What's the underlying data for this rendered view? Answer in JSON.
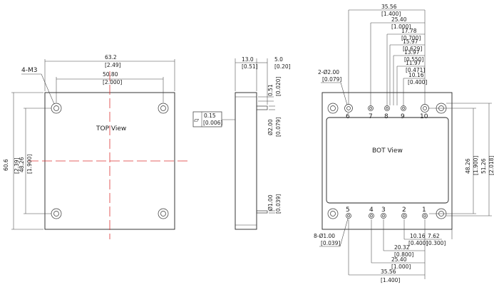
{
  "top_view": {
    "label": "TOP View",
    "hole_callout": "4-M3",
    "width_mm": "63.2",
    "width_in": "[2.49]",
    "hole_spacing_mm": "50.80",
    "hole_spacing_in": "[2.000]",
    "height_mm": "60.6",
    "height_in": "[2.39]",
    "hole_vspacing_mm": "48.26",
    "hole_vspacing_in": "[1.900]"
  },
  "side_view": {
    "depth_mm": "13.0",
    "depth_in": "[0.51]",
    "pin_length_mm": "5.0",
    "pin_length_in": "[0.20]",
    "standoff_mm": "0.51",
    "standoff_in": "[0.020]",
    "pin_dia_mm": "Ø2.00",
    "pin_dia_in": "[0.079]",
    "pin2_dia_mm": "Ø1.00",
    "pin2_dia_in": "[0.039]",
    "flatness_symbol": "▱",
    "flatness_mm": "0.15",
    "flatness_in": "[0.006]"
  },
  "bot_view": {
    "label": "BOT View",
    "callout_large": "2-Ø2.00",
    "callout_large_in": "[0.079]",
    "callout_small": "8-Ø1.00",
    "callout_small_in": "[0.039]",
    "top_pins": [
      "6",
      "7",
      "8",
      "9",
      "10"
    ],
    "bottom_pins": [
      "5",
      "4",
      "3",
      "2",
      "1"
    ],
    "top_dims": [
      {
        "mm": "35.56",
        "in": "[1.400]"
      },
      {
        "mm": "25.40",
        "in": "[1.000]"
      },
      {
        "mm": "17.78",
        "in": "[0.700]"
      },
      {
        "mm": "15.97",
        "in": "[0.629]"
      },
      {
        "mm": "13.97",
        "in": "[0.550]"
      },
      {
        "mm": "11.97",
        "in": "[0.471]"
      },
      {
        "mm": "10.16",
        "in": "[0.400]"
      }
    ],
    "bottom_dims": [
      {
        "mm": "10.16",
        "in": "[0.400]"
      },
      {
        "mm": "7.62",
        "in": "[0.300]"
      },
      {
        "mm": "20.32",
        "in": "[0.800]"
      },
      {
        "mm": "25.40",
        "in": "[1.000]"
      },
      {
        "mm": "35.56",
        "in": "[1.400]"
      }
    ],
    "right_dims": [
      {
        "mm": "48.26",
        "in": "[1.900]"
      },
      {
        "mm": "51.26",
        "in": "[2.018]"
      }
    ]
  }
}
